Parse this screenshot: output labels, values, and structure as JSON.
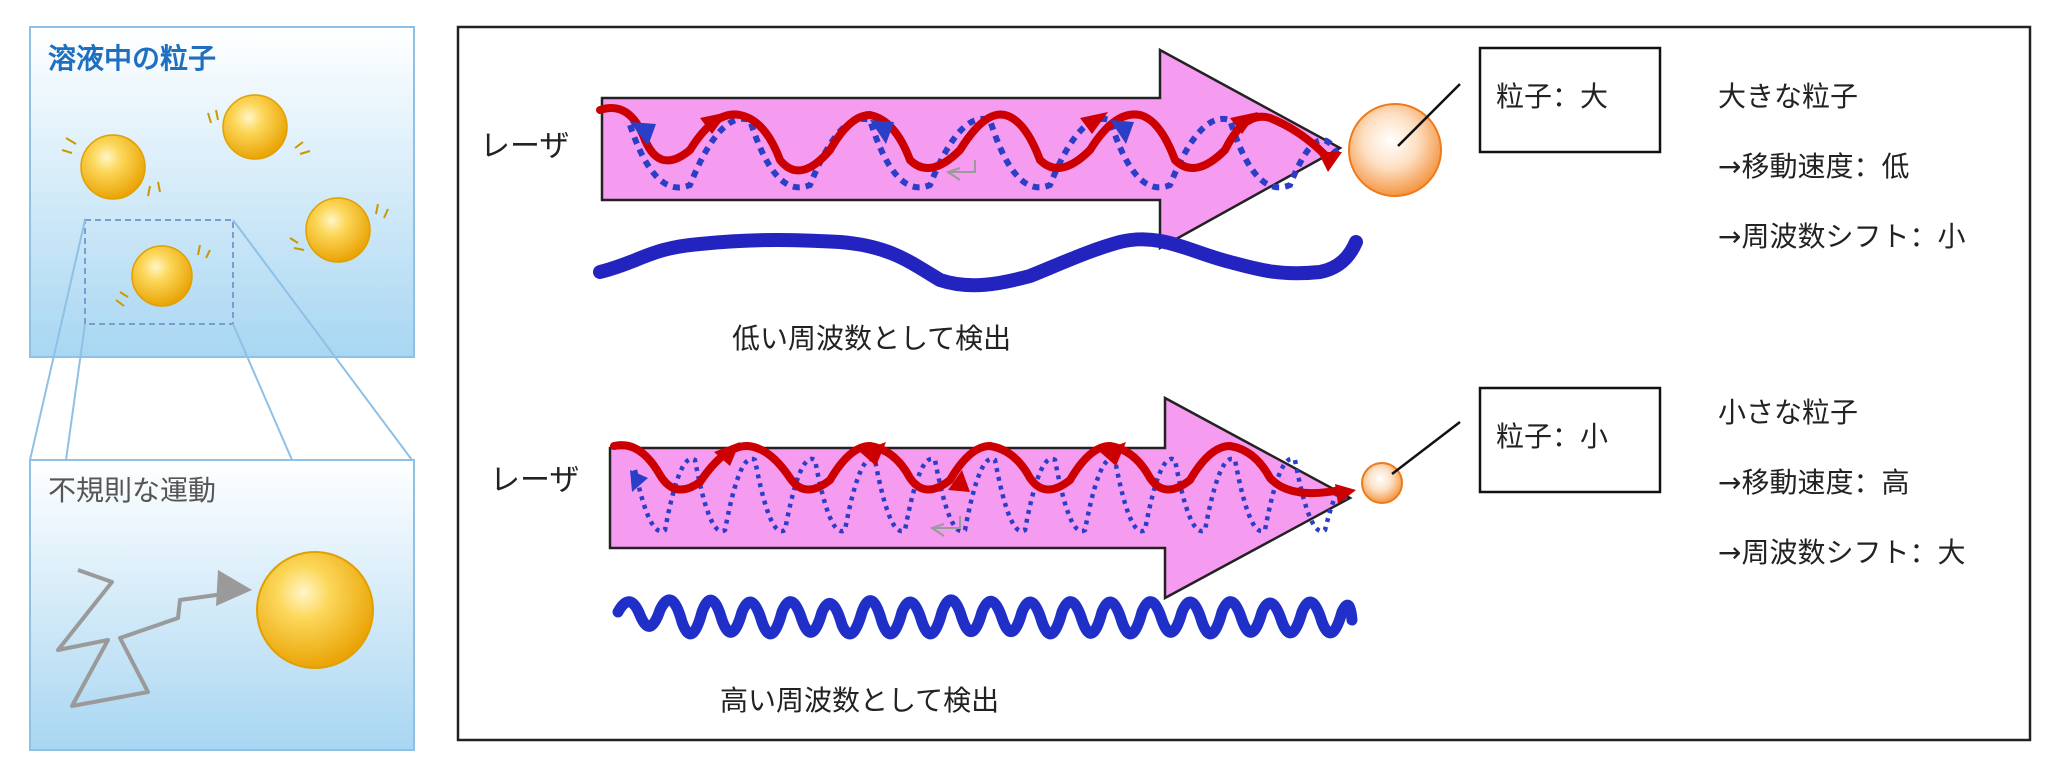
{
  "left_panel": {
    "solution_title": "溶液中の粒子",
    "motion_title": "不規則な運動"
  },
  "rows": [
    {
      "laser_label": "レーザ",
      "particle_box_label": "粒子：大",
      "detection_caption": "低い周波数として検出",
      "desc": [
        "大きな粒子",
        "→移動速度：低",
        "→周波数シフト：小"
      ]
    },
    {
      "laser_label": "レーザ",
      "particle_box_label": "粒子：小",
      "detection_caption": "高い周波数として検出",
      "desc": [
        "小さな粒子",
        "→移動速度：高",
        "→周波数シフト：大"
      ]
    }
  ],
  "colors": {
    "panel_blue": "#bfe0f5",
    "title_blue": "#1f6fbf",
    "arrow_pink": "#f59cf0",
    "incident_red": "#cc0000",
    "scatter_blue": "#2a3ec8",
    "signal_blue": "#2323c0",
    "particle_orange": "#f7a35c",
    "particle_gold": "#f5b914"
  }
}
